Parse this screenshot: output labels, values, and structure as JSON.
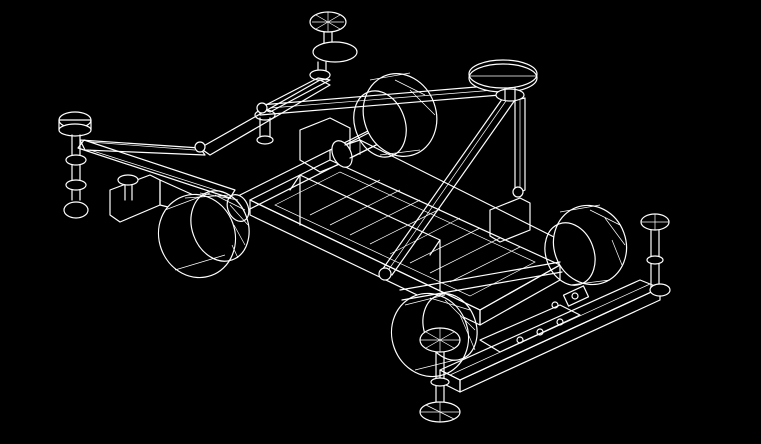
{
  "viewport": {
    "background": "#000000",
    "line_color": "#ffffff"
  },
  "drawing": {
    "style": "isometric wireframe",
    "parts": [
      "chassis-frame",
      "drive-axle",
      "front-left-wheel",
      "front-right-wheel",
      "rear-left-wheel",
      "rear-right-wheel",
      "belt-pulley",
      "drive-belts",
      "mounting-posts",
      "rear-rail"
    ]
  }
}
